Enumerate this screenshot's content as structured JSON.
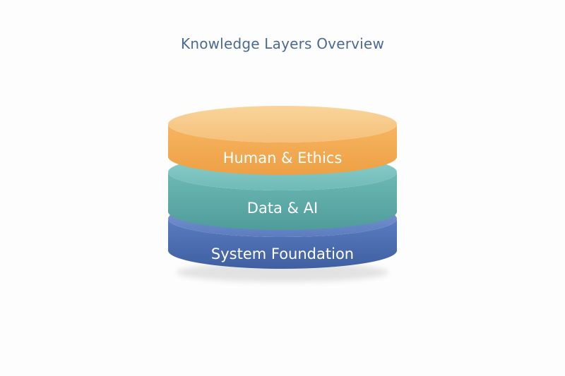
{
  "title": "Knowledge Layers Overview",
  "layers": [
    {
      "label": "Human & Ethics",
      "color": "#f2a64a"
    },
    {
      "label": "Data & AI",
      "color": "#5aa8a6"
    },
    {
      "label": "System Foundation",
      "color": "#4a6cb0"
    }
  ]
}
